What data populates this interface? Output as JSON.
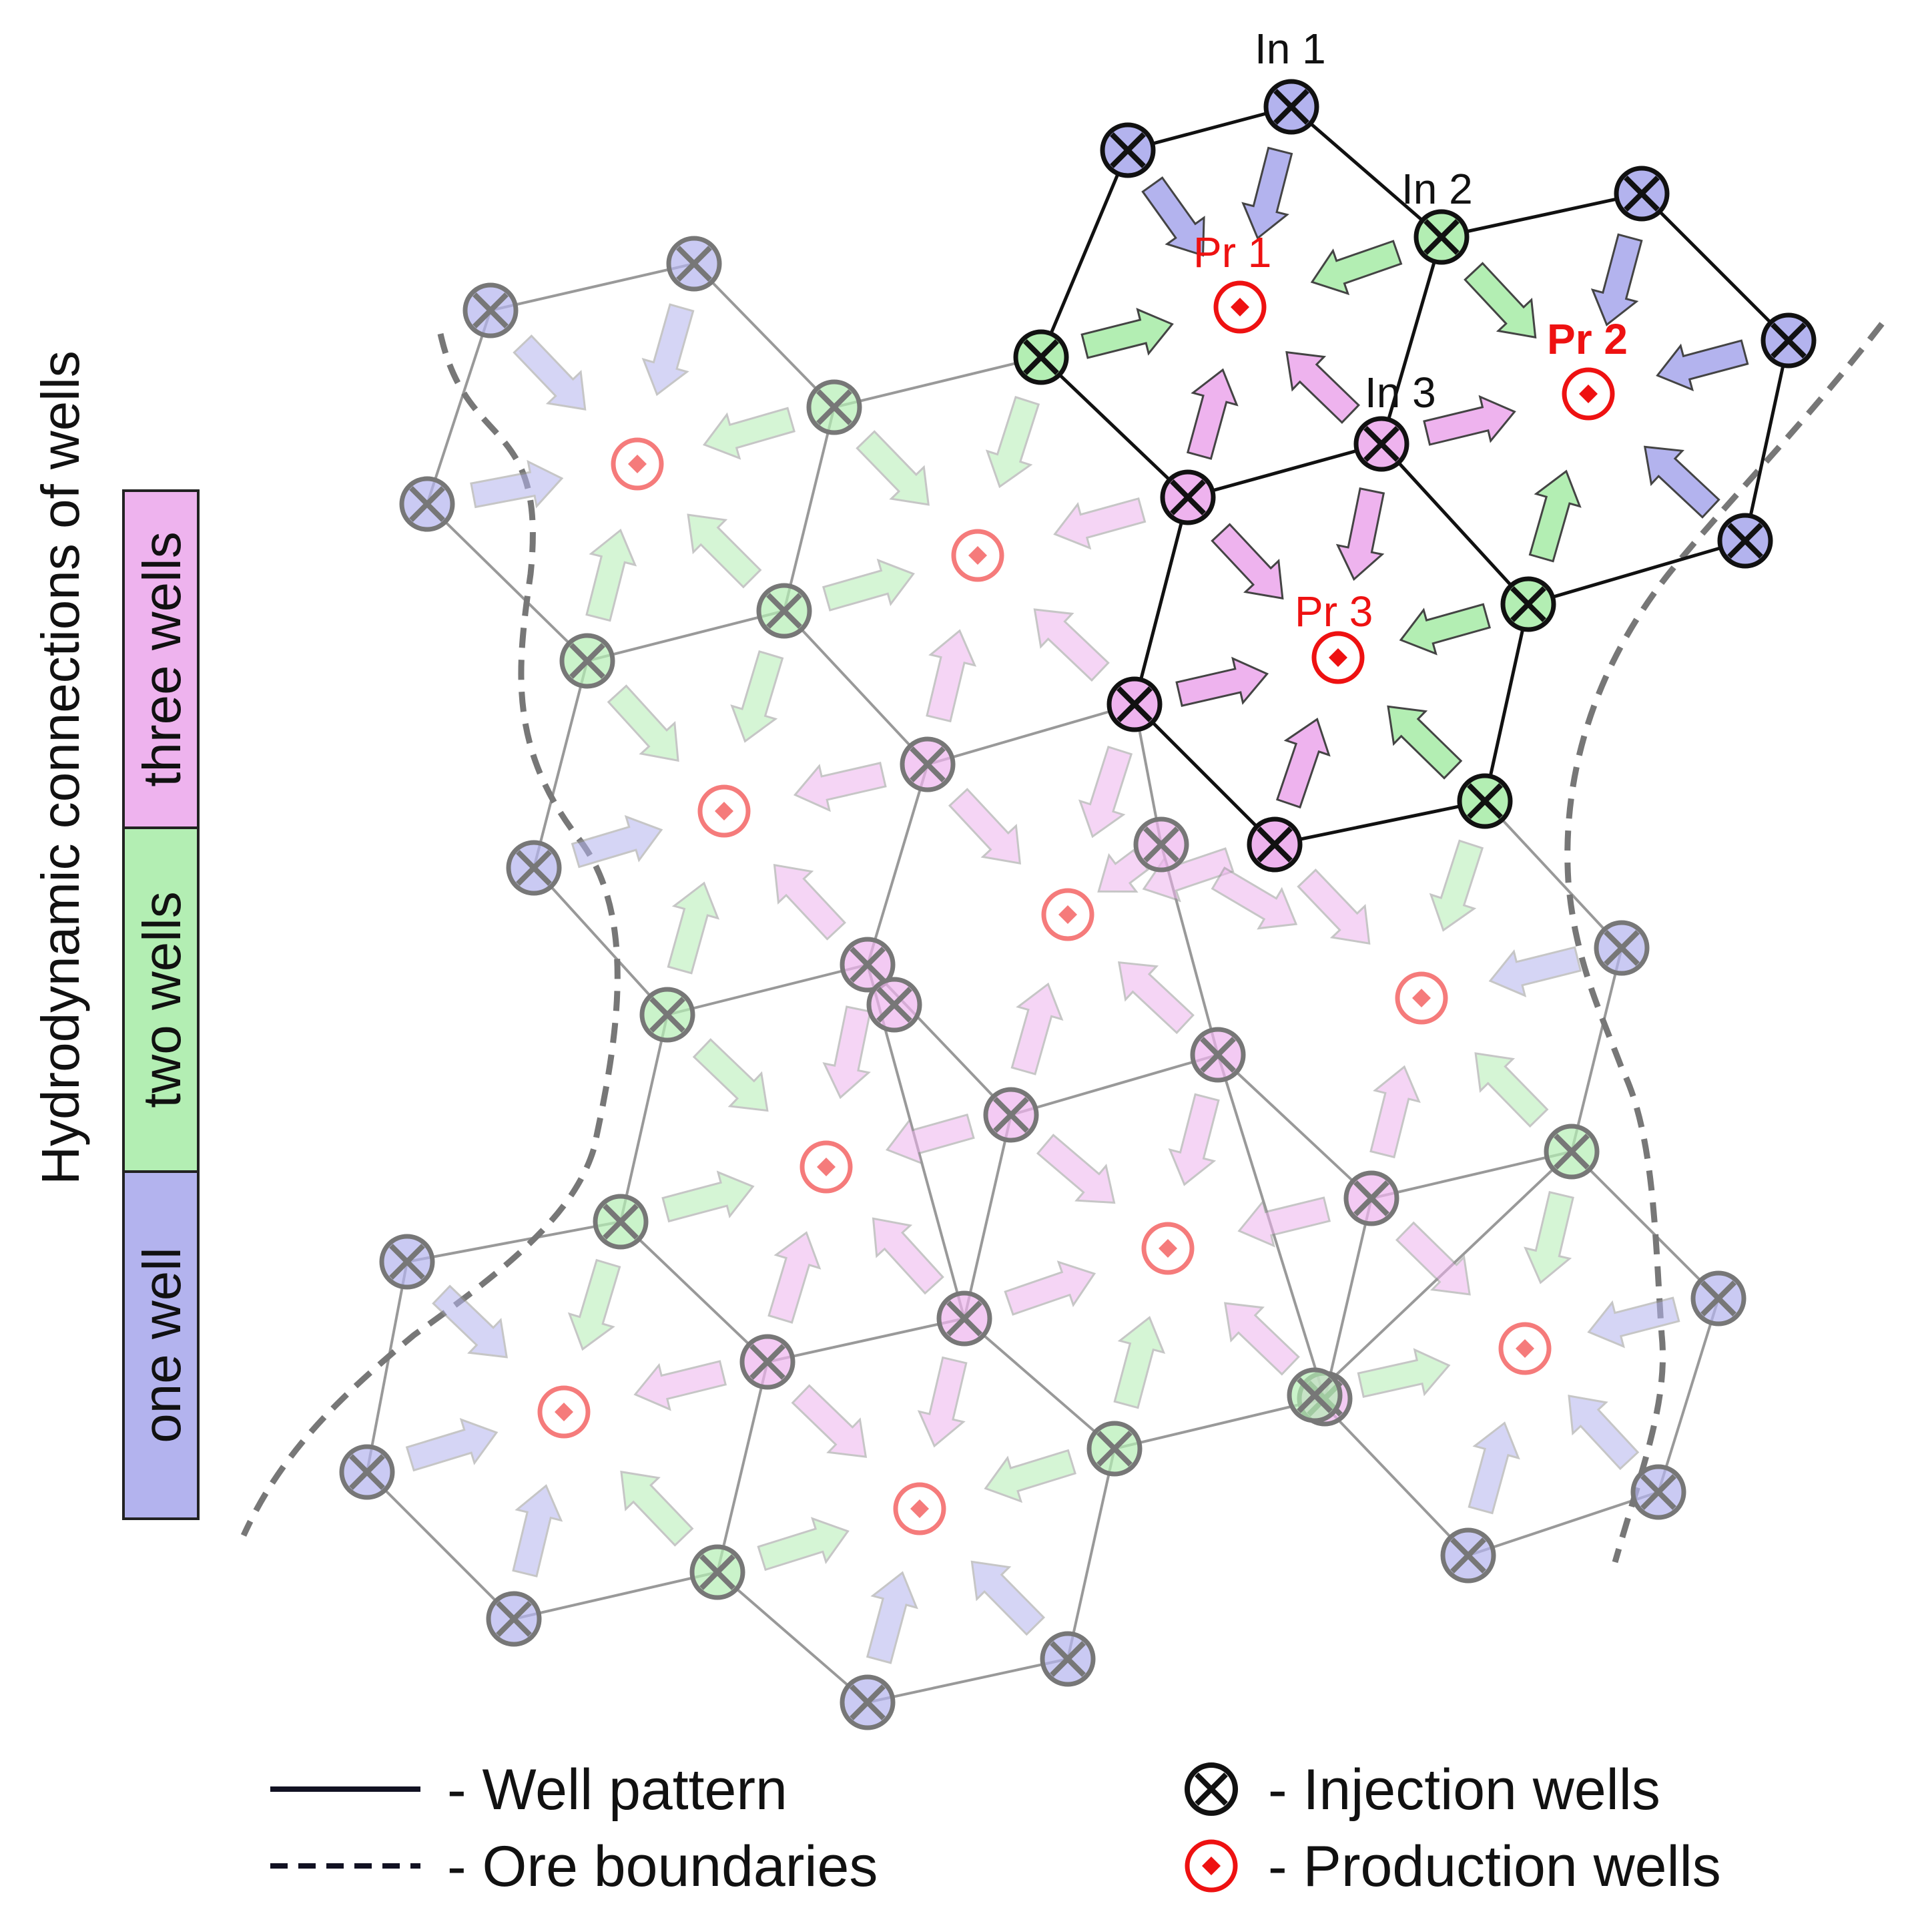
{
  "side_title": "Hydrodynamic connections of wells",
  "connection_levels": [
    {
      "label": "one well",
      "color": "#b3b3ee"
    },
    {
      "label": "two wells",
      "color": "#b3eeb3"
    },
    {
      "label": "three wells",
      "color": "#eeb3ee"
    }
  ],
  "colors": {
    "one": "#b3b3ee",
    "two": "#b3eeb3",
    "three": "#eeb3ee",
    "production": "#ee1111",
    "pattern_line": "#111111",
    "faded_line": "#999999",
    "boundary": "#777777"
  },
  "injection_labels": {
    "in1": "In 1",
    "in2": "In 2",
    "in3": "In 3"
  },
  "production_labels": {
    "pr1": "Pr 1",
    "pr2": "Pr 2",
    "pr3": "Pr 3"
  },
  "legend": {
    "well_pattern": "- Well pattern",
    "ore_boundaries": "- Ore boundaries",
    "injection_wells": "- Injection wells",
    "production_wells": "- Production wells"
  }
}
